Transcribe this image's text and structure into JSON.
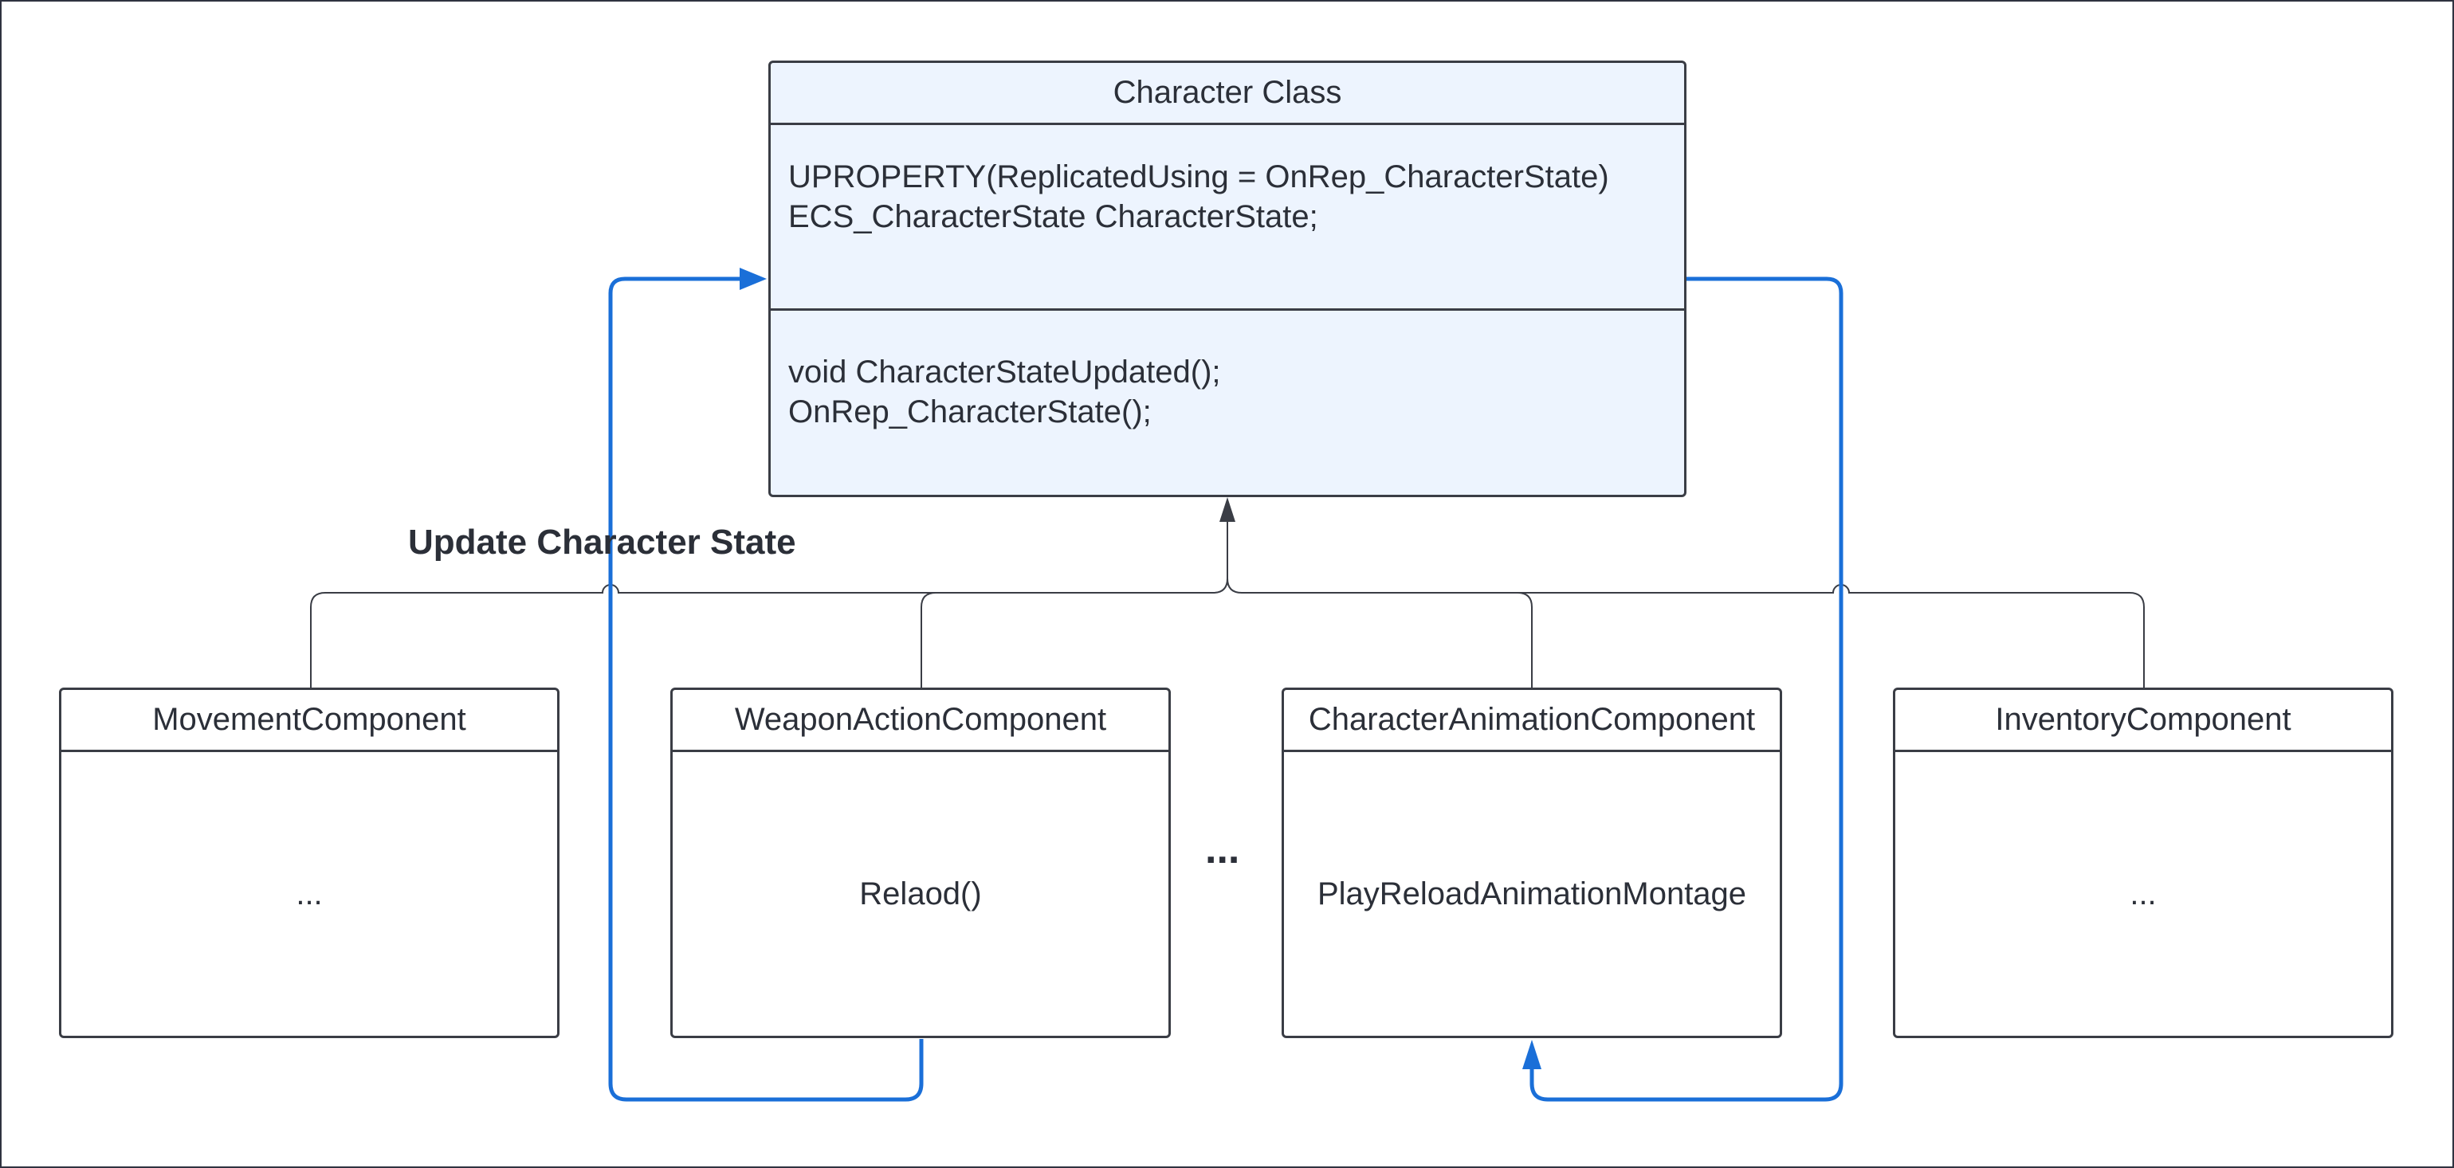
{
  "diagram": {
    "character_class": {
      "title": "Character Class",
      "attributes": [
        "UPROPERTY(ReplicatedUsing = OnRep_CharacterState)",
        "ECS_CharacterState CharacterState;"
      ],
      "methods": [
        "void CharacterStateUpdated();",
        "OnRep_CharacterState();"
      ]
    },
    "components": [
      {
        "title": "MovementComponent",
        "body": "..."
      },
      {
        "title": "WeaponActionComponent",
        "body": "Relaod()"
      },
      {
        "title": "CharacterAnimationComponent",
        "body": "PlayReloadAnimationMontage"
      },
      {
        "title": "InventoryComponent",
        "body": "..."
      }
    ],
    "flow_label": "Update Character State",
    "between_components": "...",
    "colors": {
      "class_fill": "#edf4fe",
      "outline": "#3a3d45",
      "flow_arrow": "#1a6fd8",
      "text": "#2b2f38"
    }
  }
}
